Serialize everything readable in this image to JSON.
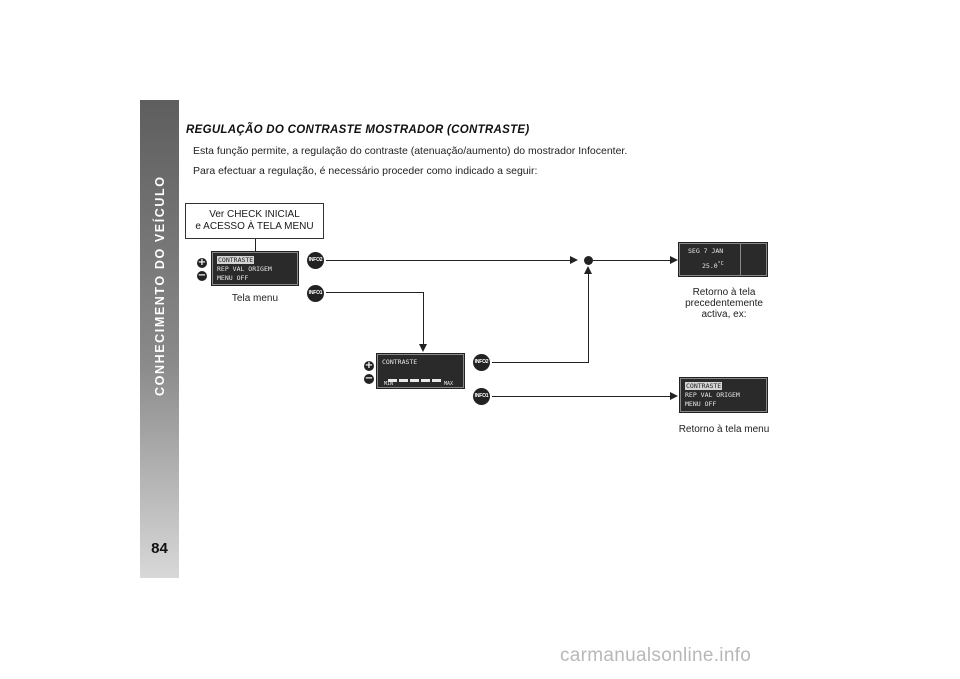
{
  "sidebar": {
    "title": "CONHECIMENTO DO VEÍCULO",
    "page_number": "84"
  },
  "section": {
    "title": "REGULAÇÃO DO CONTRASTE MOSTRADOR (CONTRASTE)",
    "paragraph1": "Esta função permite, a regulação do contraste (atenuação/aumento) do mostrador Infocenter.",
    "paragraph2": "Para efectuar a regulação, é necessário proceder como indicado a seguir:"
  },
  "flow": {
    "start_line1": "Ver CHECK INICIAL",
    "start_line2": "e ACESSO À TELA MENU",
    "menu_screen": {
      "row1": "CONTRASTE",
      "row2": "REP VAL ORIGEM",
      "row3": "MENU OFF",
      "caption": "Tela menu"
    },
    "contrast_screen": {
      "title": "CONTRASTE",
      "min": "MIN",
      "max": "MAX"
    },
    "previous_screen": {
      "row1": "SEG 7 JAN",
      "row2": "25.0",
      "unit": "°C",
      "caption_line1": "Retorno à tela",
      "caption_line2": "precedentemente",
      "caption_line3": "activa, ex:"
    },
    "return_menu_screen": {
      "row1": "CONTRASTE",
      "row2": "REP VAL ORIGEM",
      "row3": "MENU OFF",
      "caption": "Retorno à tela menu"
    },
    "buttons": {
      "info2": "INFO2",
      "info1": "INFO1",
      "plus": "+",
      "minus": "−"
    }
  },
  "watermark": "carmanualsonline.info"
}
